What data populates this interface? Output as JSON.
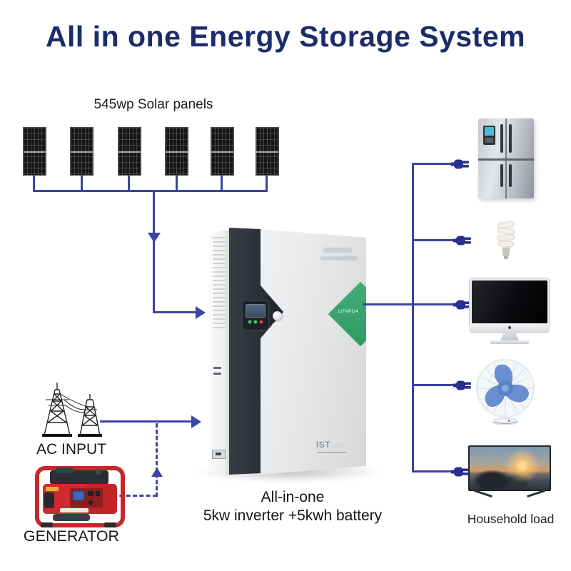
{
  "title": "All in one Energy Storage System",
  "colors": {
    "accent_line_blue": "#3a45a3",
    "plug_blue": "#2c2f8e",
    "title_navy": "#1c2c6a",
    "badge_green": "#2e9a64"
  },
  "solar": {
    "label": "545wp Solar panels",
    "panel_count": 6
  },
  "unit": {
    "caption_line1": "All-in-one",
    "caption_line2": "5kw inverter +5kwh battery",
    "badge": "LiFePO4",
    "logo": "IST",
    "logo_suffix": "LiFE",
    "display_icon": "lcd-display",
    "leds": [
      "green",
      "green",
      "red"
    ],
    "button_icon": "round-power-button"
  },
  "left_inputs": {
    "ac_label": "AC INPUT",
    "generator_label": "GENERATOR",
    "tower_icon": "transmission-tower-icon",
    "generator_icon": "generator-icon"
  },
  "loads": {
    "label": "Household load",
    "plug_icon": "power-plug-icon",
    "items": [
      {
        "name": "refrigerator",
        "icon": "fridge-icon"
      },
      {
        "name": "cfl-bulb",
        "icon": "bulb-icon"
      },
      {
        "name": "desktop-computer",
        "icon": "computer-icon"
      },
      {
        "name": "desk-fan",
        "icon": "fan-icon"
      },
      {
        "name": "television",
        "icon": "tv-icon"
      }
    ]
  }
}
